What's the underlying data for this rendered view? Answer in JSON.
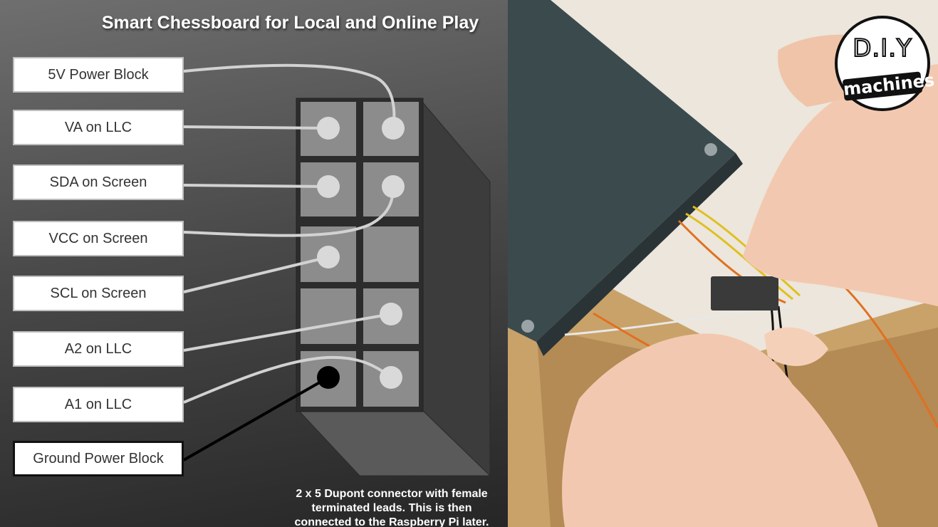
{
  "diagram": {
    "title": "Smart Chessboard for Local and Online Play",
    "labels": [
      "5V Power Block",
      "VA on LLC",
      "SDA on Screen",
      "VCC on Screen",
      "SCL on Screen",
      "A2 on LLC",
      "A1 on LLC",
      "Ground Power Block"
    ],
    "caption_lines": [
      "2 x 5 Dupont connector with female",
      "terminated leads. This is then",
      "connected to the Raspberry Pi later."
    ]
  },
  "logo": {
    "top_text": "D.I.Y",
    "band_text": "machines"
  },
  "colors": {
    "wire_grey": "#d2d2d2",
    "wire_black": "#000000",
    "connector_cell": "#8c8c8c",
    "pin": "#d9d9d9",
    "pcb": "#3a4a4d",
    "wood": "#c9a26a"
  }
}
